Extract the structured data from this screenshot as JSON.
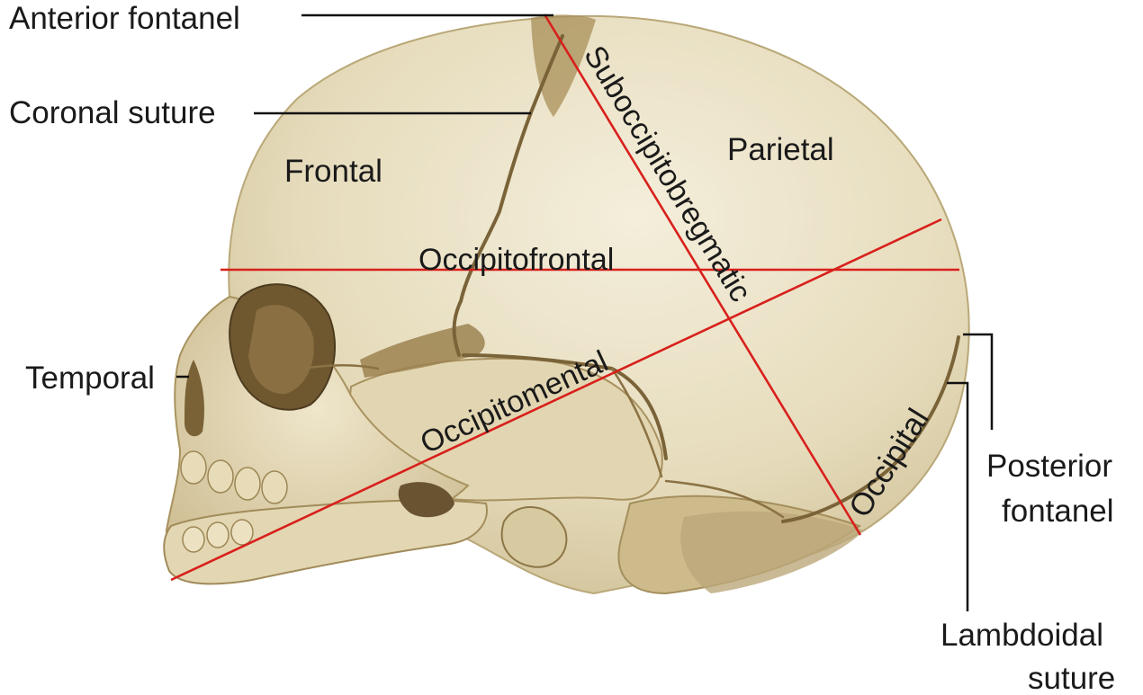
{
  "labels": {
    "anterior_fontanel": "Anterior fontanel",
    "coronal_suture": "Coronal suture",
    "frontal": "Frontal",
    "parietal": "Parietal",
    "temporal": "Temporal",
    "occipital": "Occipital",
    "posterior_fontanel_line1": "Posterior",
    "posterior_fontanel_line2": "fontanel",
    "lambdoidal_suture_line1": "Lambdoidal",
    "lambdoidal_suture_line2": "suture"
  },
  "diameters": {
    "occipitofrontal": "Occipitofrontal",
    "suboccipitobregmatic": "Suboccipitobregmatic",
    "occipitomental": "Occipitomental"
  },
  "colors": {
    "diameter_line": "#d8201c",
    "bone": "#e9e0c4",
    "bone_shadow": "#c9b98f",
    "suture": "#7a6338",
    "leader_line": "#111111",
    "text": "#1a1a1a"
  }
}
